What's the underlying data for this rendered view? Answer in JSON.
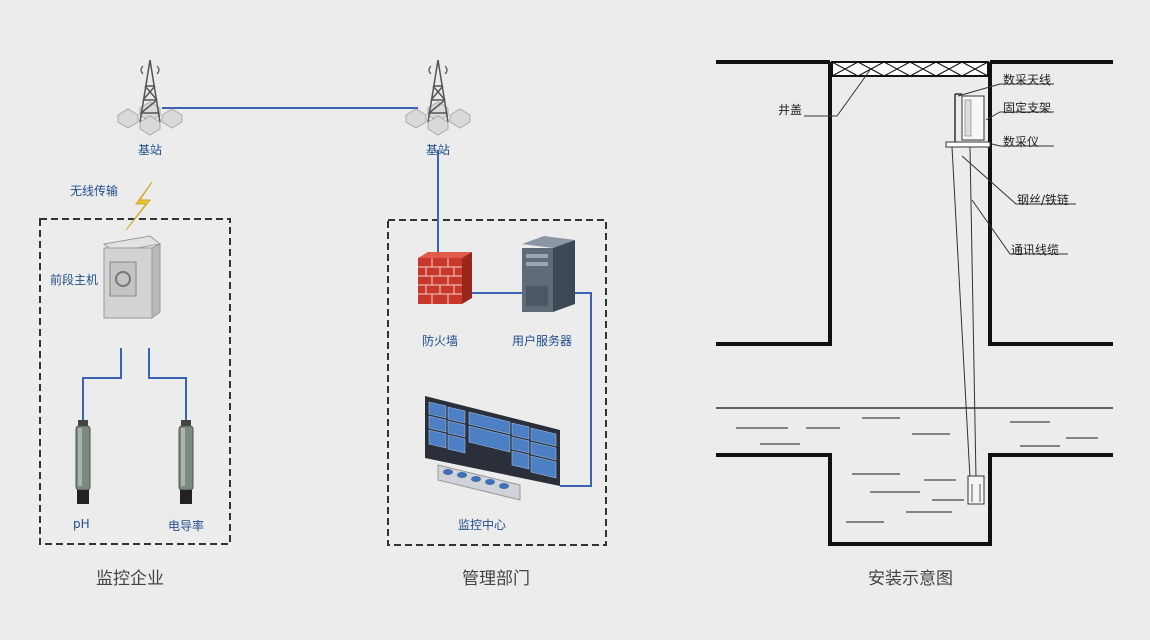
{
  "network": {
    "base_station_left": "基站",
    "base_station_right": "基站",
    "wireless": "无线传输",
    "front_host": "前段主机",
    "sensor_ph": "pH",
    "sensor_cond": "电导率",
    "firewall": "防火墙",
    "server": "用户服务器",
    "monitor_center": "监控中心"
  },
  "captions": {
    "left": "监控企业",
    "middle": "管理部门",
    "right": "安装示意图"
  },
  "install": {
    "cover": "井盖",
    "antenna": "数采天线",
    "bracket": "固定支架",
    "logger": "数采仪",
    "wire": "钢丝/铁链",
    "cable": "通讯线缆"
  },
  "colors": {
    "line_blue": "#3a63b4",
    "label_blue": "#1f4e8c",
    "dashed_border": "#333333"
  }
}
